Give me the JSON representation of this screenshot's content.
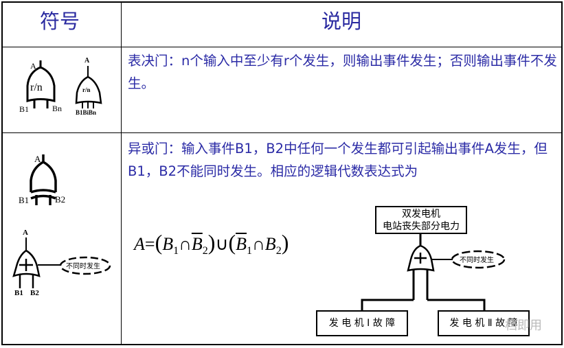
{
  "header": {
    "symbol": "符号",
    "description": "说明"
  },
  "rows": [
    {
      "gate_labels": {
        "output": "A",
        "input_first": "B1",
        "input_last": "Bn",
        "inside": "r/n",
        "small_inputs": "B1BiBn"
      },
      "description": "表决门：n个输入中至少有r个发生，则输出事件发生；否则输出事件不发生。"
    },
    {
      "gate_labels": {
        "output": "A",
        "input1": "B1",
        "input2": "B2",
        "condition": "不同时发生"
      },
      "description": "异或门：输入事件B1，B2中任何一个发生都可引起输出事件A发生，但B1，B2不能同时发生。相应的逻辑代数表达式为",
      "formula": {
        "lhs": "A",
        "eq": "=",
        "b": "B",
        "s1": "1",
        "s2": "2",
        "and": "∩",
        "or": "∪"
      },
      "example": {
        "top_event": [
          "双发电机",
          "电站丧失部分电力"
        ],
        "condition": "不同时发生",
        "left_event": "发 电 机 Ⅰ 故 障",
        "right_event": "发 电 机 Ⅱ 故 障"
      }
    }
  ],
  "watermark": "档即用"
}
